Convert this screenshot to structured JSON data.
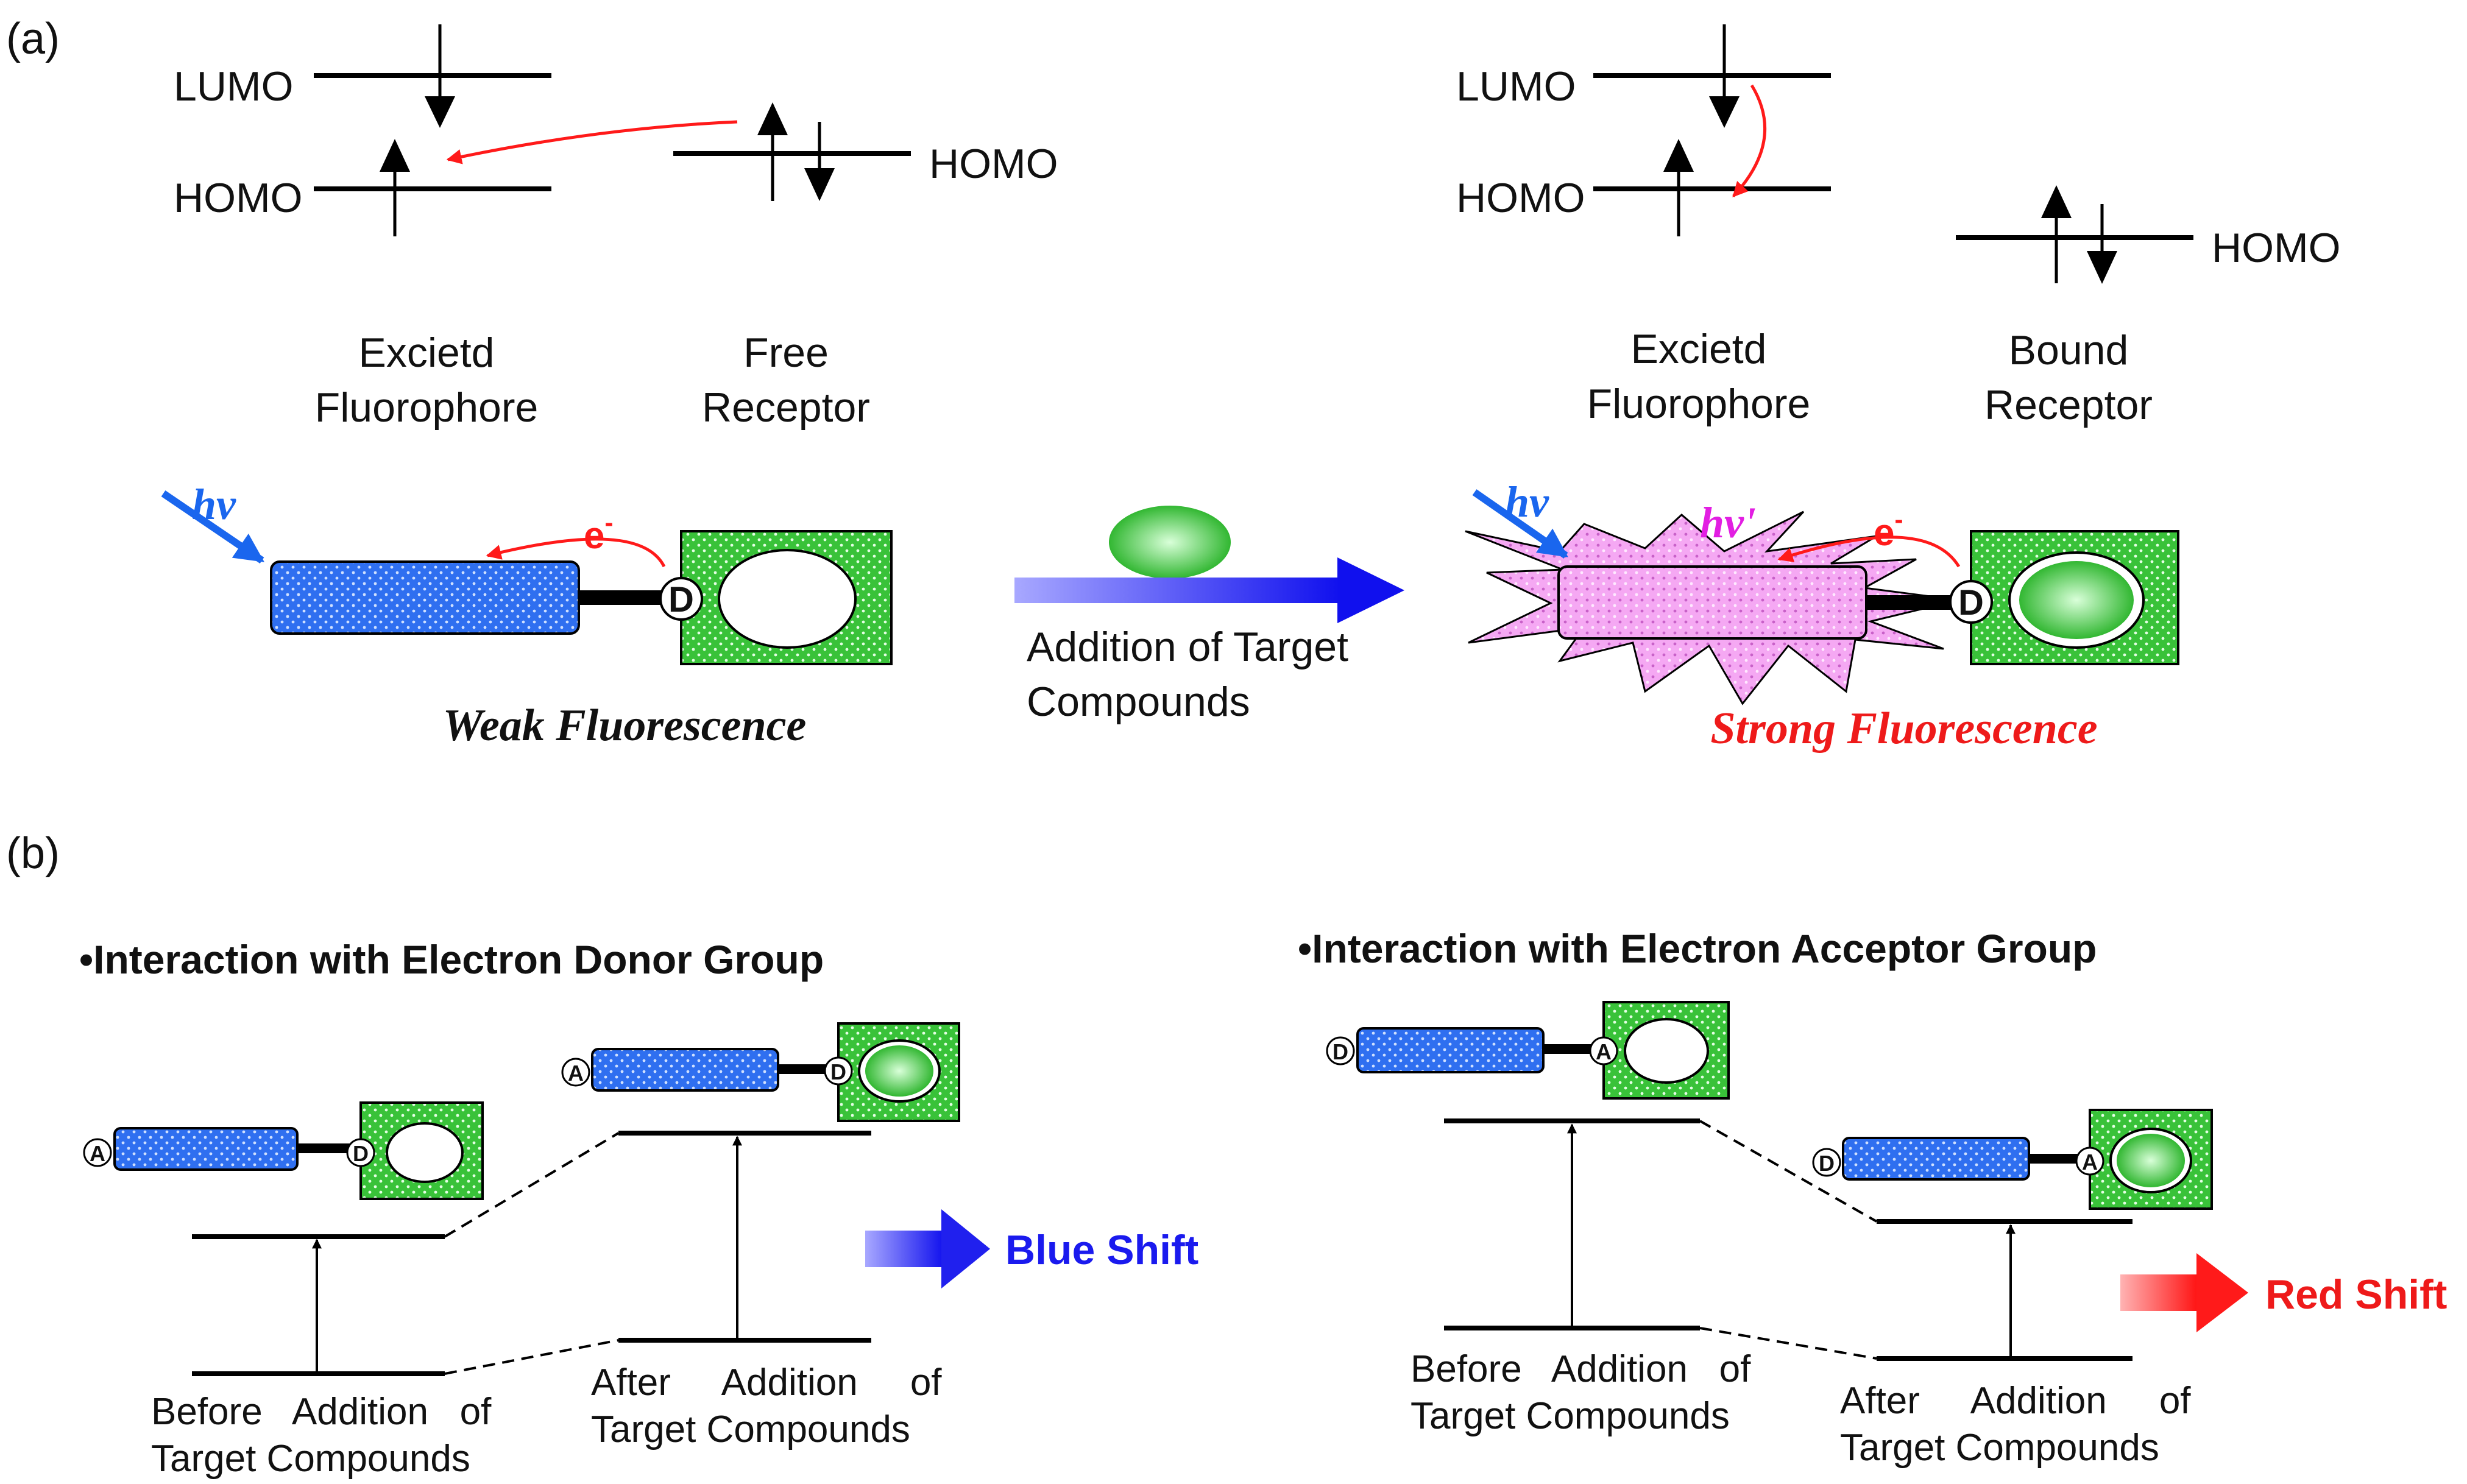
{
  "panel_a": {
    "label": "(a)",
    "left_diagram": {
      "lumo": "LUMO",
      "homo": "HOMO",
      "receptor_homo": "HOMO",
      "fluorophore_label_1": "Excietd",
      "fluorophore_label_2": "Fluorophore",
      "receptor_label_1": "Free",
      "receptor_label_2": "Receptor"
    },
    "right_diagram": {
      "lumo": "LUMO",
      "homo": "HOMO",
      "receptor_homo": "HOMO",
      "fluorophore_label_1": "Excietd",
      "fluorophore_label_2": "Fluorophore",
      "receptor_label_1": "Bound",
      "receptor_label_2": "Receptor"
    },
    "hv": "hv",
    "hv_prime": "hv'",
    "electron": "e",
    "electron_sup": "-",
    "donor": "D",
    "weak": "Weak Fluorescence",
    "strong": "Strong Fluorescence",
    "addition_1": "Addition of Target",
    "addition_2": "Compounds"
  },
  "panel_b": {
    "label": "(b)",
    "donor_title": "Interaction with Electron Donor Group",
    "acceptor_title": "Interaction with Electron Acceptor Group",
    "bullet": "•",
    "a_label": "A",
    "d_label": "D",
    "donor_before_1": "Before   Addition   of",
    "donor_before_2": "Target Compounds",
    "donor_after_1": "After     Addition     of",
    "donor_after_2": "Target Compounds",
    "acceptor_before_1": "Before   Addition   of",
    "acceptor_before_2": "Target Compounds",
    "acceptor_after_1": "After     Addition     of",
    "acceptor_after_2": "Target Compounds",
    "blue_shift": "Blue Shift",
    "red_shift": "Red Shift"
  },
  "colors": {
    "fluorophore_blue": "#2f6ff0",
    "receptor_green": "#3dc43d",
    "excited_pink": "#f29cf0",
    "arrow_red": "#ff1a1a",
    "blue_text": "#1a1aee",
    "red_text": "#ee1a1a",
    "magenta_text": "#e21ee2"
  }
}
